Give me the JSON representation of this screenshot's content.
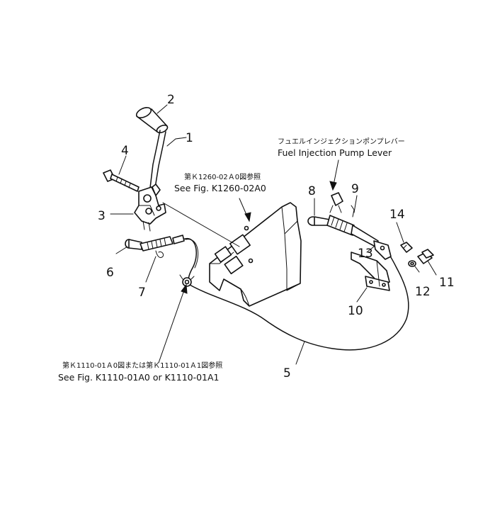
{
  "part_numbers": {
    "p1": "1",
    "p2": "2",
    "p3": "3",
    "p4": "4",
    "p5": "5",
    "p6": "6",
    "p7": "7",
    "p8": "8",
    "p9": "9",
    "p10": "10",
    "p11": "11",
    "p12": "12",
    "p13": "13",
    "p14": "14"
  },
  "notes": {
    "ref_k1260_jp": "第Ｋ1260-02Ａ0図参照",
    "ref_k1260_en": "See Fig. K1260-02A0",
    "fuel_lever_jp": "フュエルインジェクションポンプレバー",
    "fuel_lever_en": "Fuel Injection Pump Lever",
    "ref_k1110_jp": "第Ｋ1110-01Ａ0図または第Ｋ1110-01Ａ1図参照",
    "ref_k1110_en": "See Fig. K1110-01A0 or K1110-01A1"
  }
}
